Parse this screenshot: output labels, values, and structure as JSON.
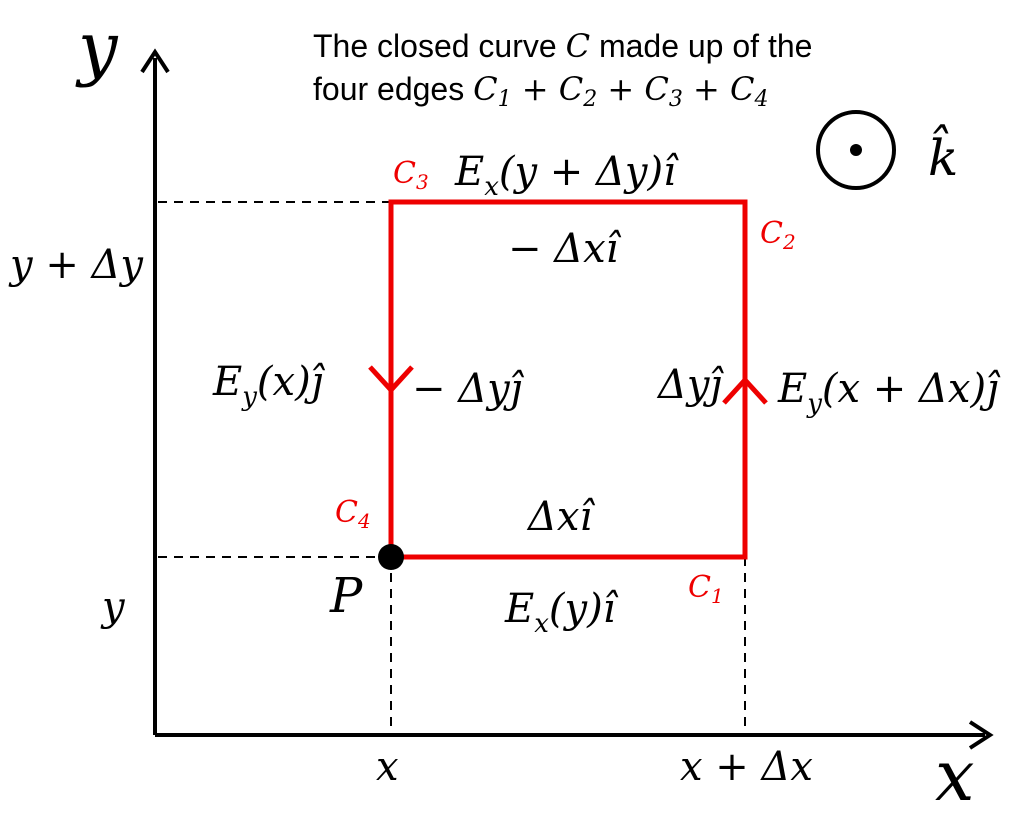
{
  "axes": {
    "x_label": "x",
    "y_label": "y"
  },
  "caption": {
    "line1": "The closed curve ",
    "curve_symbol": "C",
    "line1_end": " made up of the",
    "line2": "four edges ",
    "edges_expr": [
      "C",
      "1",
      " + ",
      "C",
      "2",
      " + ",
      "C",
      "3",
      " + ",
      "C",
      "4"
    ]
  },
  "ticks": {
    "x0": "x",
    "x1": "x + Δx",
    "y0": "y",
    "y1": "y + Δy"
  },
  "corners": {
    "c1": {
      "letter": "C",
      "sub": "1"
    },
    "c2": {
      "letter": "C",
      "sub": "2"
    },
    "c3": {
      "letter": "C",
      "sub": "3"
    },
    "c4": {
      "letter": "C",
      "sub": "4"
    }
  },
  "point_label": "P",
  "unit_k": "k̂",
  "edges": {
    "bottom_outside": {
      "E": "E",
      "sub": "x",
      "arg": "(y)",
      "unit": "î"
    },
    "top_outside": {
      "E": "E",
      "sub": "x",
      "arg": "(y + Δy)",
      "unit": "î"
    },
    "left_outside": {
      "E": "E",
      "sub": "y",
      "arg": "(x)",
      "unit": "ĵ"
    },
    "right_outside": {
      "E": "E",
      "sub": "y",
      "arg": "(x + Δx)",
      "unit": "ĵ"
    },
    "bottom_inside": "Δxî",
    "top_inside": "− Δxî",
    "left_inside": "− Δyĵ",
    "right_inside": "Δyĵ"
  },
  "colors": {
    "loop": "#ee0000",
    "axis": "#000000",
    "guide": "#000000"
  }
}
